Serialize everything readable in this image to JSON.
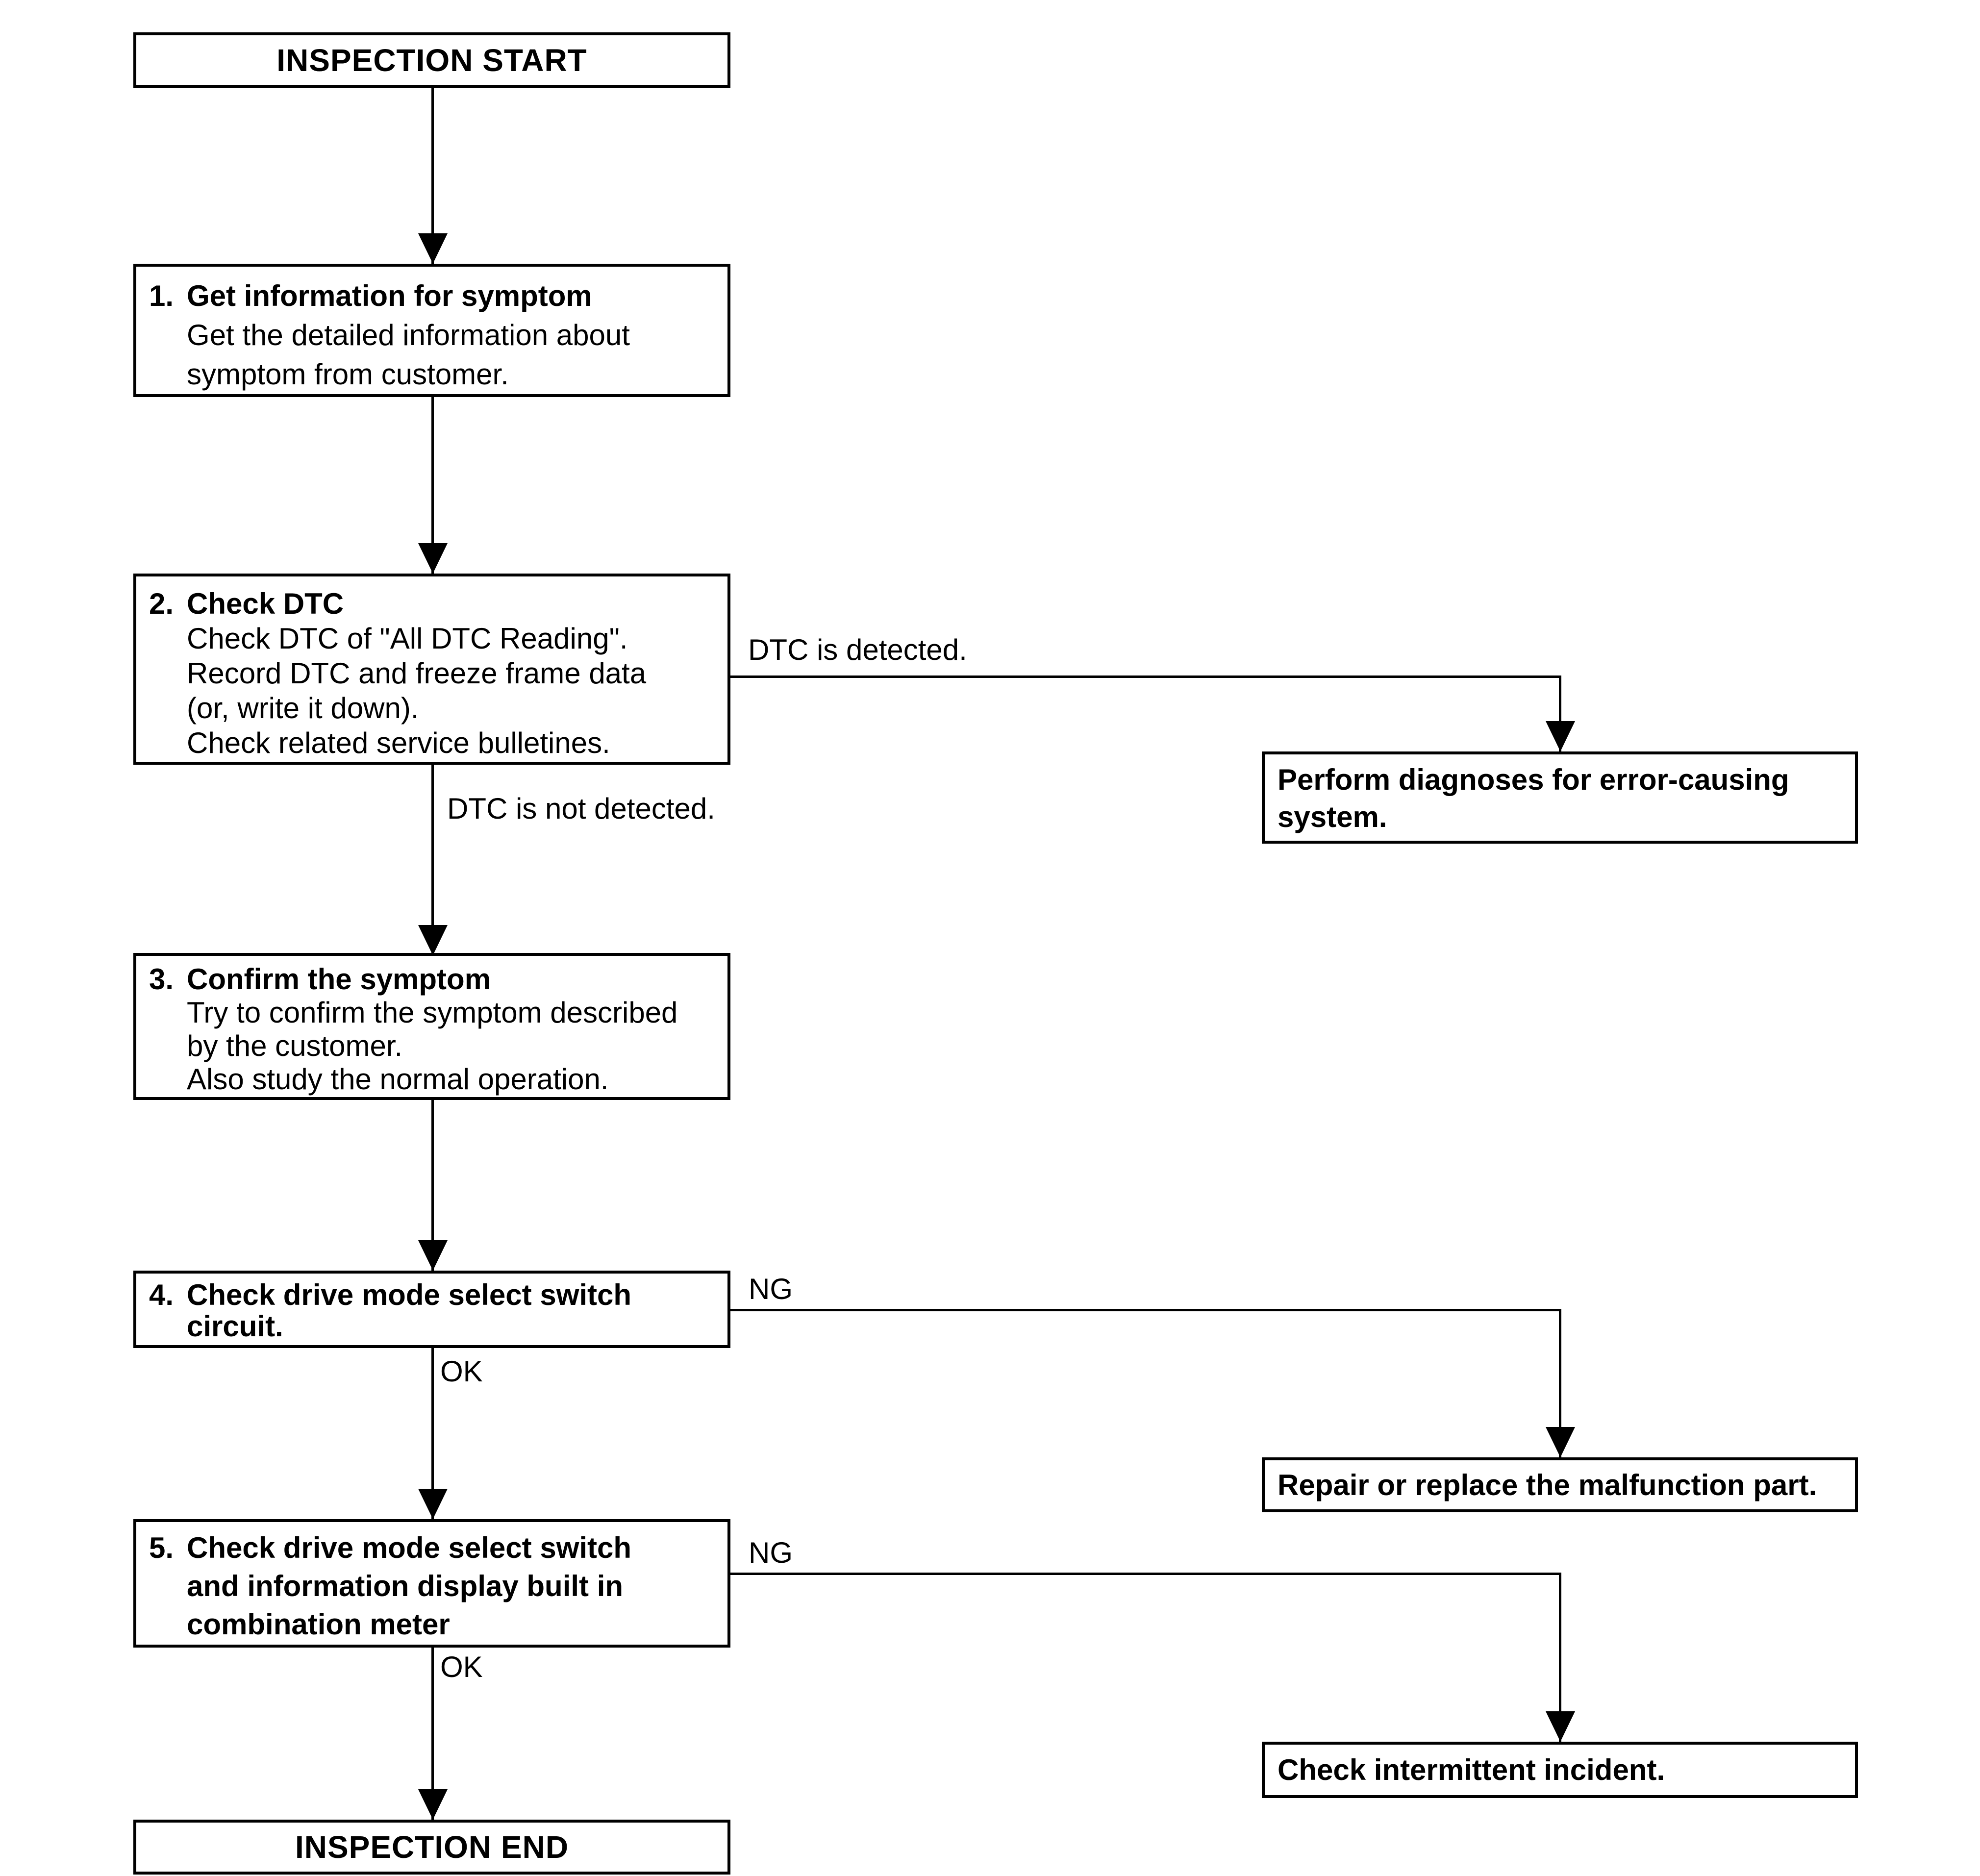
{
  "colors": {
    "ink": "#000000",
    "background": "#ffffff"
  },
  "terminals": {
    "start": "INSPECTION START",
    "end": "INSPECTION END"
  },
  "steps": [
    {
      "num": "1.",
      "title": "Get information for symptom",
      "title_extra": [],
      "body": [
        "Get the detailed information about",
        "symptom from customer."
      ]
    },
    {
      "num": "2.",
      "title": "Check DTC",
      "title_extra": [],
      "body": [
        "Check DTC of \"All DTC Reading\".",
        "Record DTC and freeze frame data",
        "(or, write it down).",
        "Check related service bulletines."
      ]
    },
    {
      "num": "3.",
      "title": "Confirm the symptom",
      "title_extra": [],
      "body": [
        "Try to confirm the symptom described",
        "by the customer.",
        "Also study the normal operation."
      ]
    },
    {
      "num": "4.",
      "title": "Check drive mode select switch",
      "title_extra": [
        "circuit."
      ],
      "body": []
    },
    {
      "num": "5.",
      "title": "Check drive mode select switch",
      "title_extra": [
        "and information display built in",
        "combination meter"
      ],
      "body": []
    }
  ],
  "results": [
    {
      "lines": [
        "Perform diagnoses for error-causing",
        "system."
      ]
    },
    {
      "lines": [
        "Repair or replace the malfunction part."
      ]
    },
    {
      "lines": [
        "Check intermittent incident."
      ]
    }
  ],
  "edge_labels": {
    "dtc_detected": "DTC is detected.",
    "dtc_not_detected": "DTC is not detected.",
    "ng_1": "NG",
    "ok_1": "OK",
    "ng_2": "NG",
    "ok_2": "OK"
  }
}
